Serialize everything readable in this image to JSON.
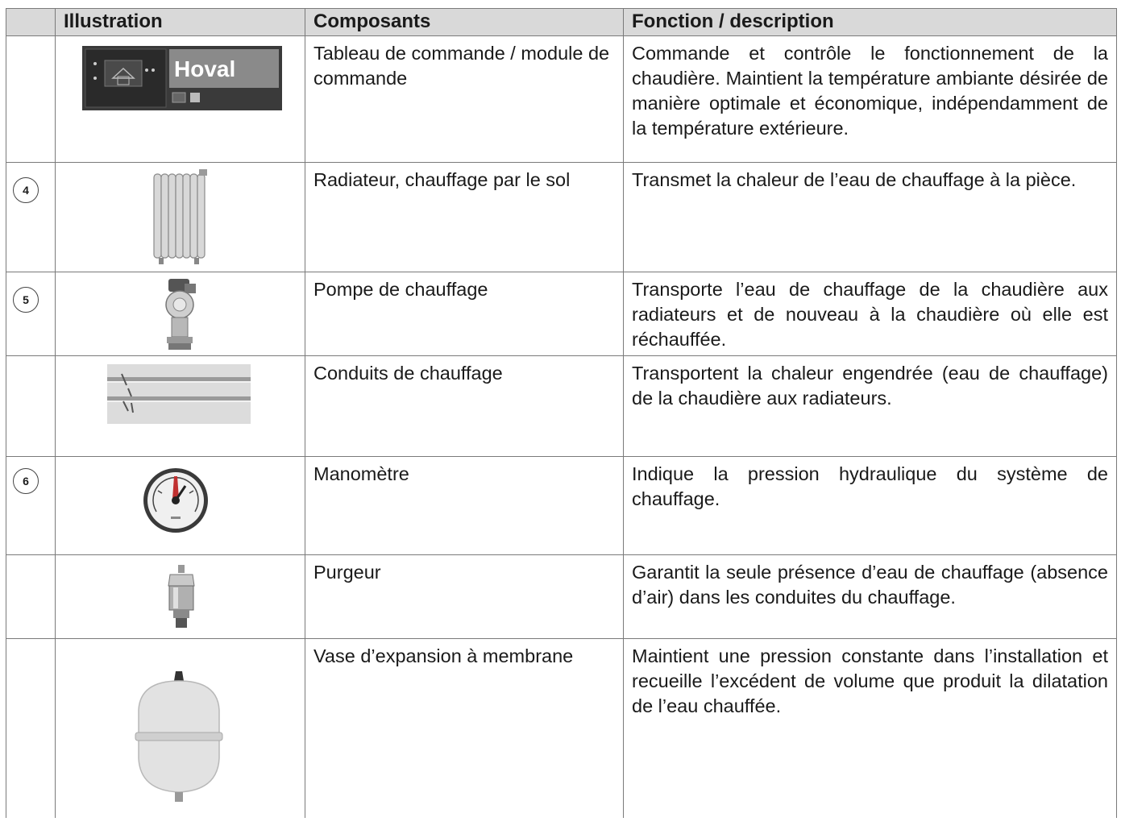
{
  "headers": [
    "",
    "Illustration",
    "Composants",
    "Fonction / description"
  ],
  "rows": [
    {
      "number": "",
      "icon": "control-panel-icon",
      "brand": "Hoval",
      "component": "Tableau de commande / module de commande",
      "description": "Commande et contrôle le fonctionnement de la chaudière. Maintient la température ambiante dé­sirée de manière optimale et économique, indé­pendamment de la température extérieure."
    },
    {
      "number": "4",
      "icon": "radiator-icon",
      "component": "Radiateur, chauffage par le sol",
      "description": "Transmet la chaleur de l’eau de chauffage à la pièce."
    },
    {
      "number": "5",
      "icon": "pump-icon",
      "component": "Pompe de chauffage",
      "description": "Transporte l’eau de chauffage de la chaudière aux radiateurs et de nouveau à la chaudière où elle est réchauffée."
    },
    {
      "number": "",
      "icon": "pipes-icon",
      "component": "Conduits de chauffage",
      "description": "Transportent la chaleur engendrée (eau de chauf­fage) de la chaudière aux radiateurs."
    },
    {
      "number": "6",
      "icon": "manometer-icon",
      "component": "Manomètre",
      "description": "Indique la pression hydraulique du système de chauffage."
    },
    {
      "number": "",
      "icon": "air-vent-icon",
      "component": "Purgeur",
      "description": "Garantit la seule présence d’eau de chauffage (absence d’air) dans les conduites du chauffage."
    },
    {
      "number": "",
      "icon": "expansion-vessel-icon",
      "component": "Vase d’expansion à membrane",
      "description": "Maintient une pression constante dans l’installa­tion et recueille l’excédent de volume que produit la dilatation de l’eau chauffée."
    }
  ]
}
